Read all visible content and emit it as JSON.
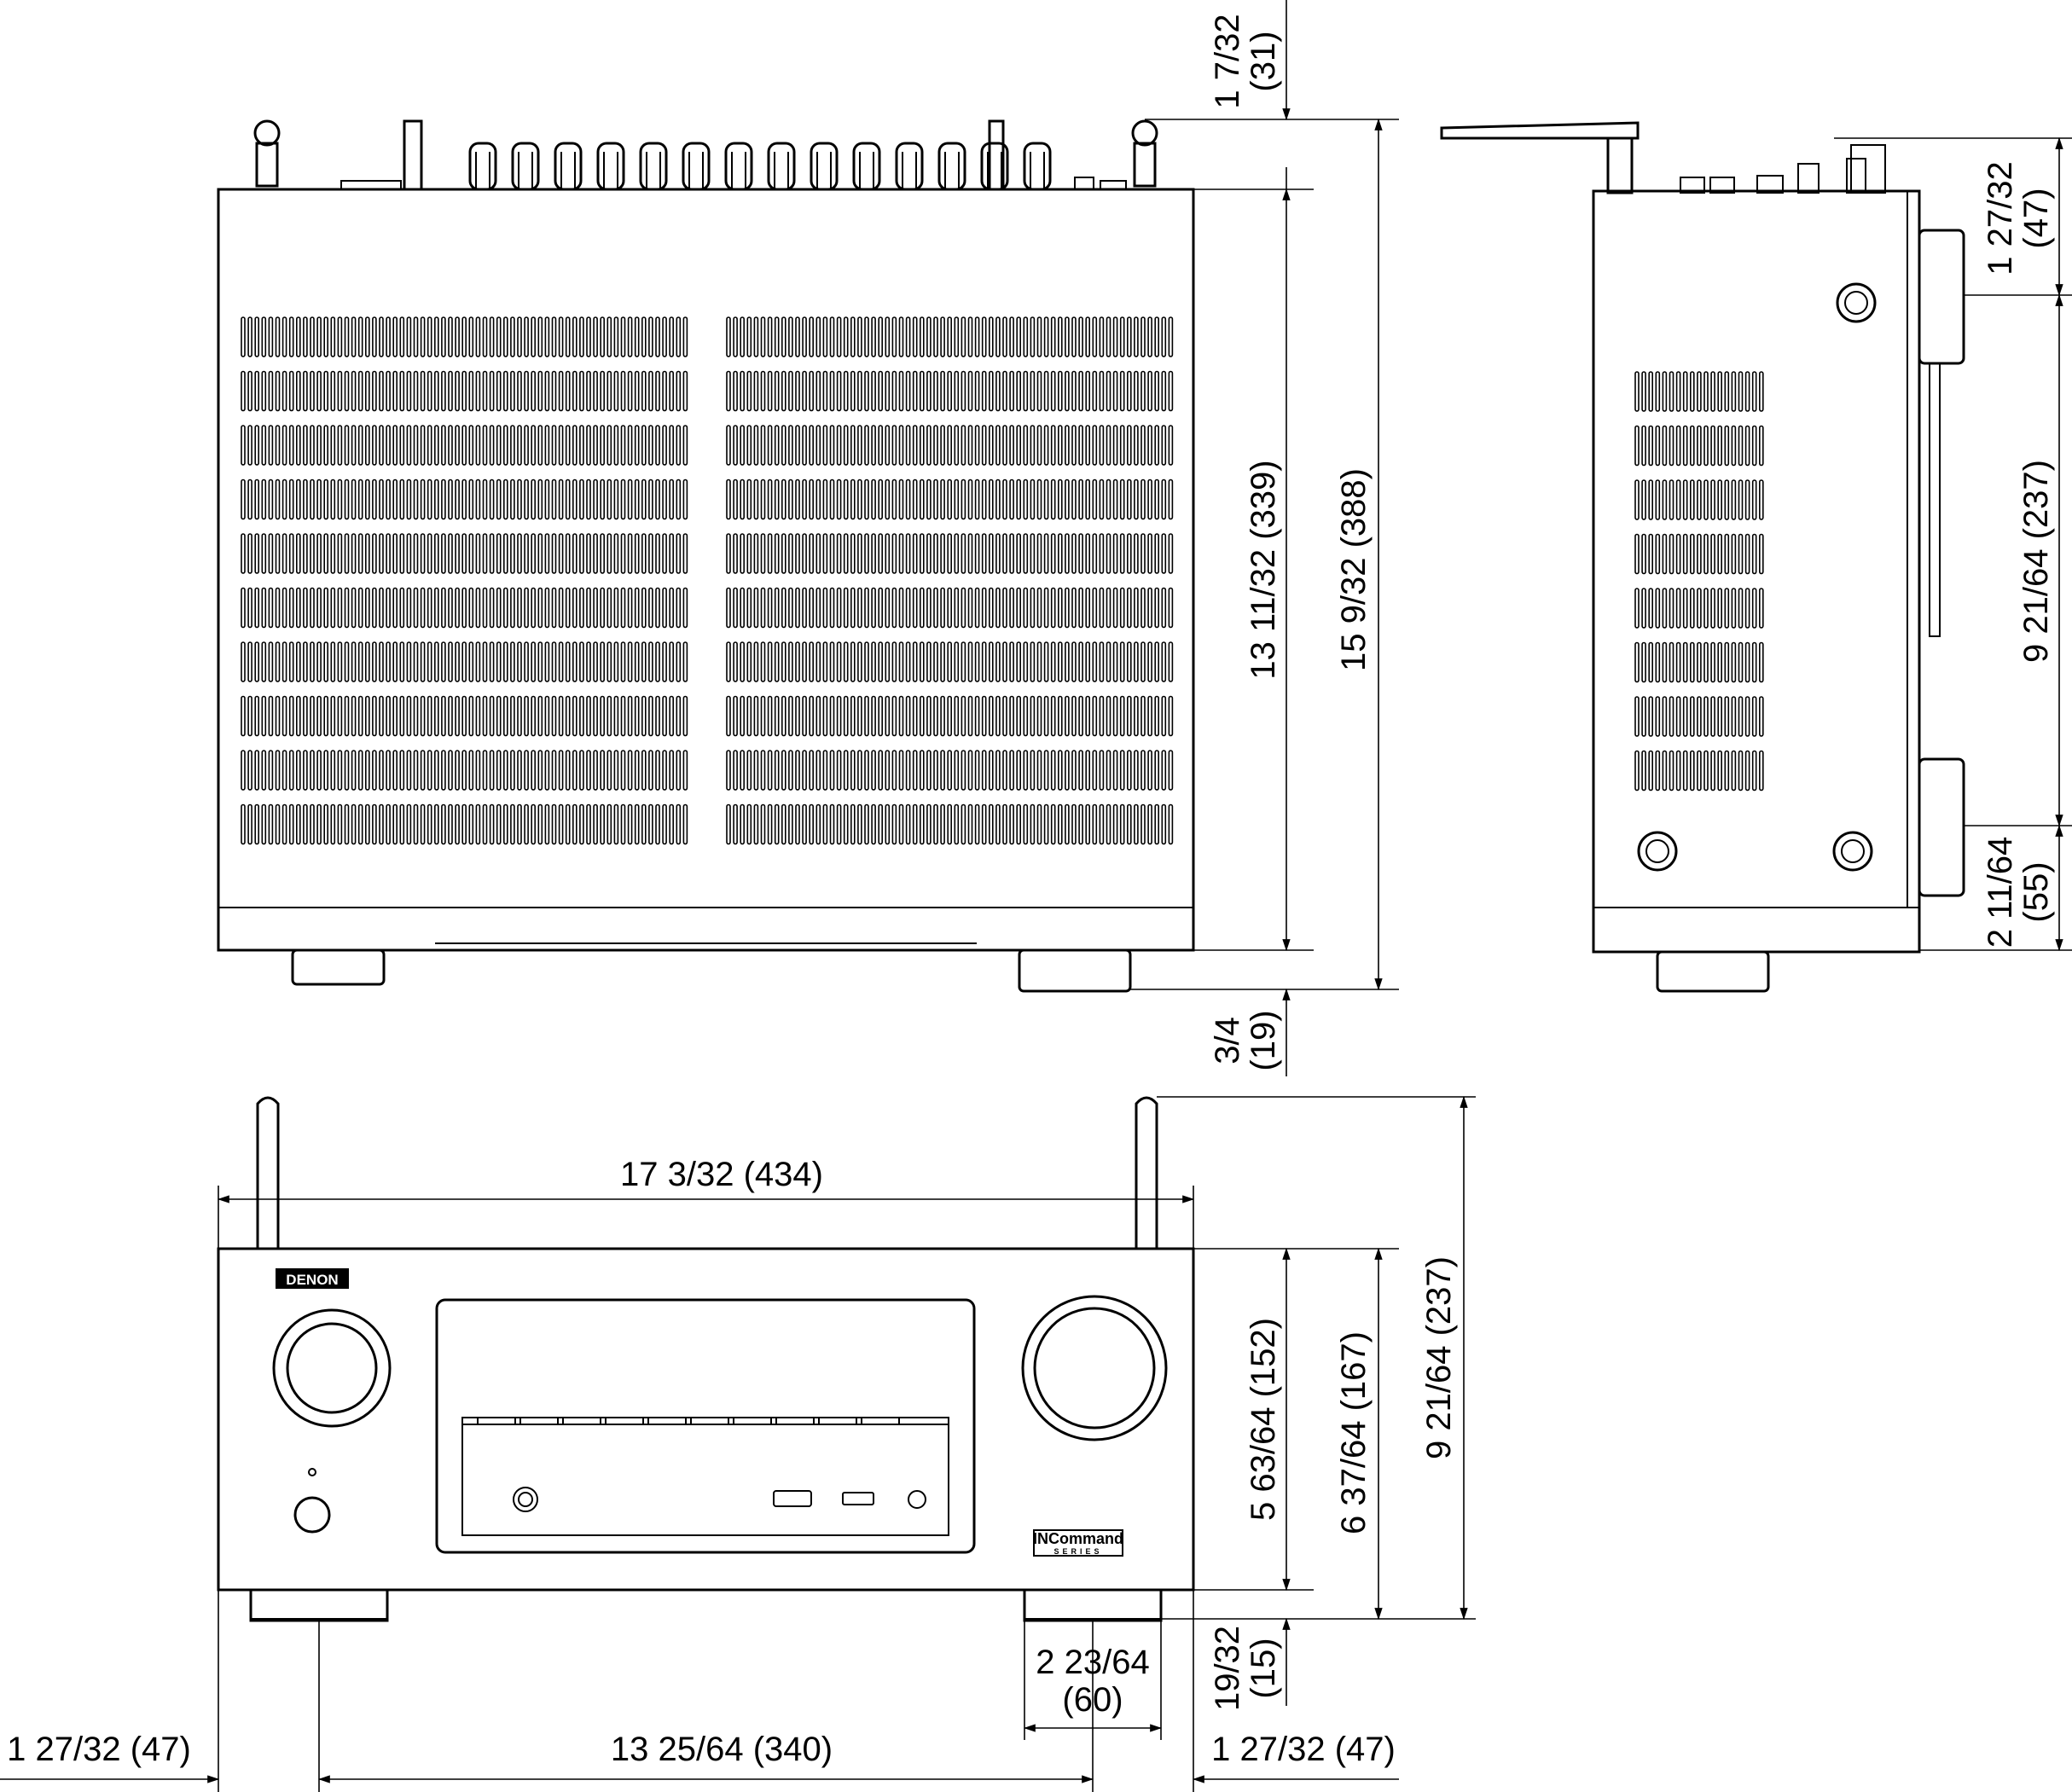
{
  "dimensions": {
    "top_antenna_protrusion": [
      "1 7/32",
      "(31)"
    ],
    "top_depth_body": "13 11/32 (339)",
    "top_depth_total": "15 9/32 (388)",
    "top_front_protrusion": [
      "3/4",
      "(19)"
    ],
    "side_top": [
      "1 27/32",
      "(47)"
    ],
    "side_middle": "9 21/64 (237)",
    "side_bottom": [
      "2 11/64",
      "(55)"
    ],
    "front_width": "17 3/32 (434)",
    "front_body_height": "5 63/64 (152)",
    "front_height_with_feet": "6 37/64 (167)",
    "front_total_height": "9 21/64 (237)",
    "foot_height": [
      "19/32",
      "(15)"
    ],
    "foot_width": [
      "2 23/64",
      "(60)"
    ],
    "left_margin": "1 27/32 (47)",
    "foot_spacing": "13 25/64 (340)",
    "right_margin": "1 27/32 (47)"
  },
  "labels": {
    "brand": "DENON",
    "badge_main": "INCommand",
    "badge_sub": "SERIES"
  }
}
